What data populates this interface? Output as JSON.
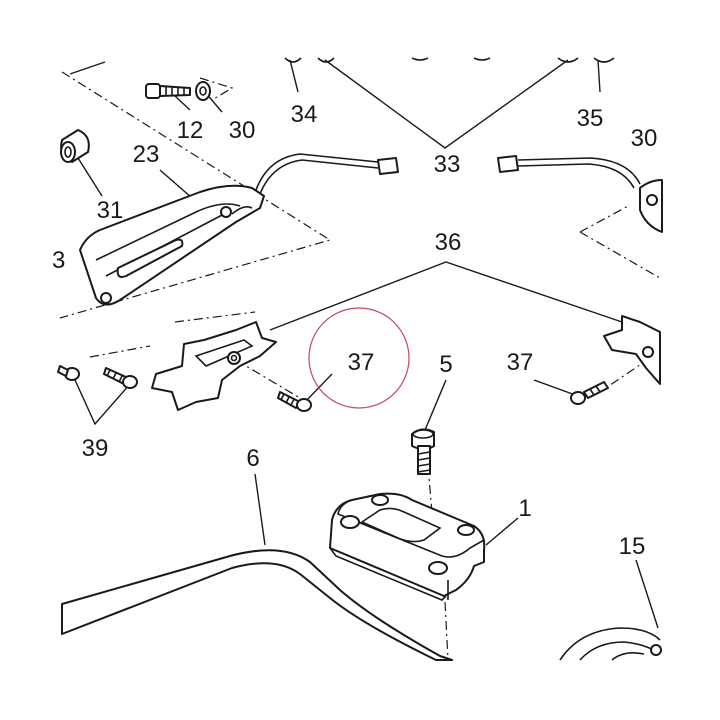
{
  "diagram": {
    "labels": {
      "p1": "1",
      "p5": "5",
      "p6": "6",
      "p12": "12",
      "p15": "15",
      "p23": "23",
      "p30a": "30",
      "p30b": "30",
      "p31": "31",
      "p33": "33",
      "p34": "34",
      "p35": "35",
      "p36": "36",
      "p37a": "37",
      "p37b": "37",
      "p39": "39",
      "p3": "3"
    },
    "colors": {
      "ink": "#1a1a1a",
      "highlight_circle": "#c24a5a",
      "background": "#ffffff"
    }
  }
}
